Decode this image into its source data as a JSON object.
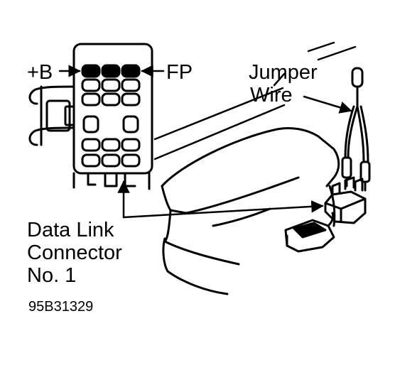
{
  "labels": {
    "plus_b": "+B",
    "fp": "FP",
    "jumper_line1": "Jumper",
    "jumper_line2": "Wire",
    "dlc_line1": "Data Link",
    "dlc_line2": "Connector",
    "dlc_line3": "No. 1",
    "figure_code": "95B31329"
  },
  "colors": {
    "ink": "#000000",
    "paper": "#ffffff"
  }
}
